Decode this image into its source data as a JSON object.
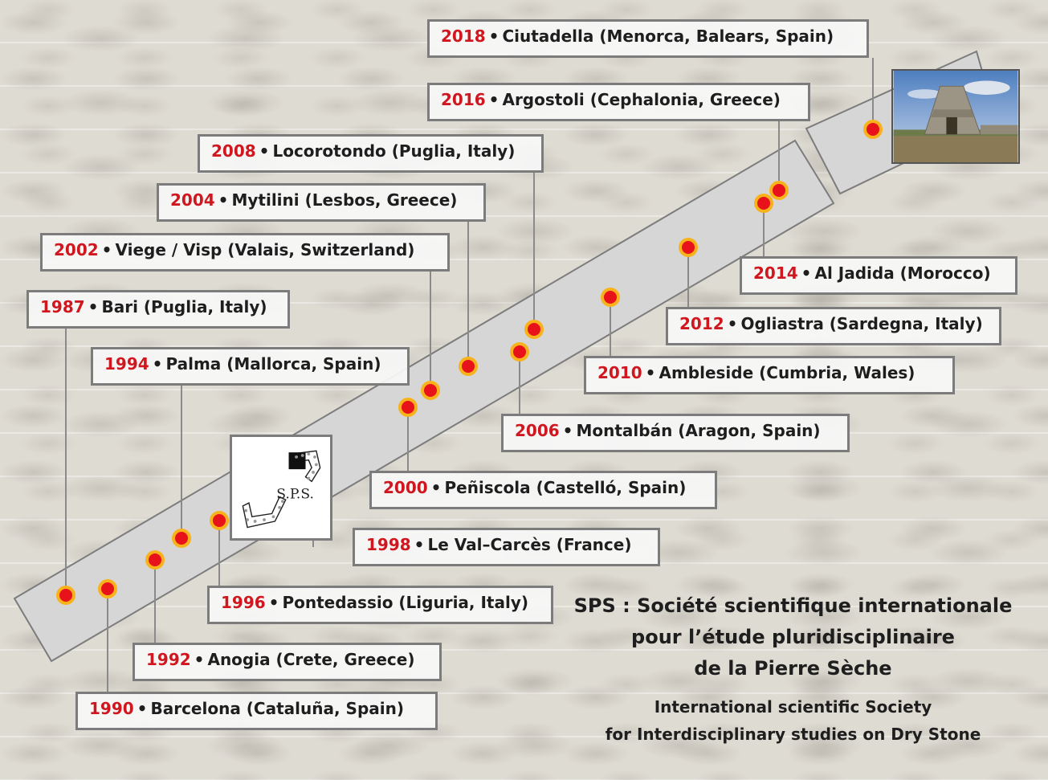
{
  "events": [
    {
      "year": "1987",
      "place": "Bari (Puglia, Italy)"
    },
    {
      "year": "1990",
      "place": "Barcelona (Cataluña, Spain)"
    },
    {
      "year": "1992",
      "place": "Anogia (Crete, Greece)"
    },
    {
      "year": "1994",
      "place": "Palma (Mallorca, Spain)"
    },
    {
      "year": "1996",
      "place": "Pontedassio (Liguria, Italy)"
    },
    {
      "year": "1998",
      "place": "Le Val–Carcès (France)"
    },
    {
      "year": "2000",
      "place": "Peñiscola (Castelló, Spain)"
    },
    {
      "year": "2002",
      "place": "Viege / Visp (Valais, Switzerland)"
    },
    {
      "year": "2004",
      "place": "Mytilini (Lesbos, Greece)"
    },
    {
      "year": "2006",
      "place": "Montalbán (Aragon, Spain)"
    },
    {
      "year": "2008",
      "place": "Locorotondo (Puglia, Italy)"
    },
    {
      "year": "2010",
      "place": "Ambleside (Cumbria, Wales)"
    },
    {
      "year": "2012",
      "place": "Ogliastra (Sardegna, Italy)"
    },
    {
      "year": "2014",
      "place": "Al Jadida (Morocco)"
    },
    {
      "year": "2016",
      "place": "Argostoli (Cephalonia, Greece)"
    },
    {
      "year": "2018",
      "place": "Ciutadella (Menorca, Balears, Spain)"
    }
  ],
  "bullet": "•",
  "logo_text": "S.P.S.",
  "caption": {
    "fr_line1": "SPS : Société scientifique internationale",
    "fr_line2": "pour l’étude pluridisciplinaire",
    "fr_line3": "de la Pierre Sèche",
    "en_line1": "International scientific Society",
    "en_line2": "for Interdisciplinary studies on Dry Stone"
  },
  "colors": {
    "year": "#d0161e",
    "marker_fill": "#e8121a",
    "marker_ring": "#f7b21c",
    "band": "#d6d6d6",
    "border": "#7c7c7c"
  }
}
